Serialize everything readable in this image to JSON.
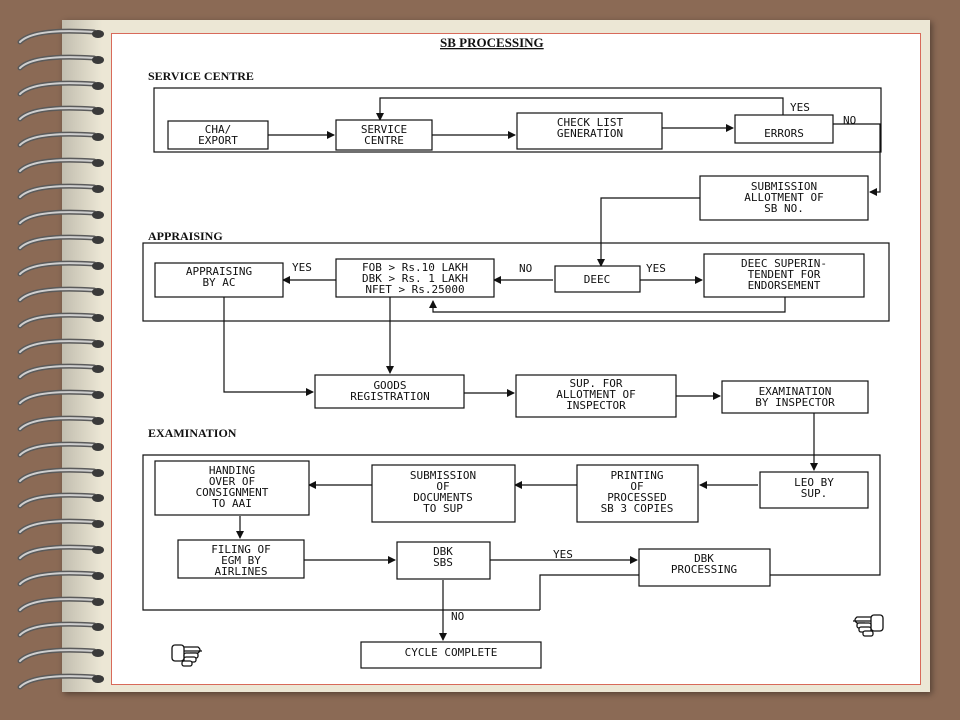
{
  "title": "SB PROCESSING",
  "sections": {
    "service_centre": "SERVICE CENTRE",
    "appraising": "APPRAISING",
    "examination": "EXAMINATION"
  },
  "nodes": {
    "cha_export": [
      "CHA/",
      "EXPORT"
    ],
    "service_centre": [
      "SERVICE",
      "CENTRE"
    ],
    "check_list": [
      "CHECK LIST",
      "GENERATION"
    ],
    "errors": [
      "ERRORS"
    ],
    "submission_allotment": [
      "SUBMISSION",
      "ALLOTMENT OF",
      "SB NO."
    ],
    "appraising_ac": [
      "APPRAISING",
      "BY AC"
    ],
    "fob_criteria": [
      "FOB > Rs.10 LAKH",
      "DBK > Rs. 1 LAKH",
      "NFET > Rs.25000"
    ],
    "deec": [
      "DEEC"
    ],
    "deec_superintendent": [
      "DEEC SUPERIN-",
      "TENDENT FOR",
      "ENDORSEMENT"
    ],
    "goods_registration": [
      "GOODS",
      "REGISTRATION"
    ],
    "sup_allotment": [
      "SUP. FOR",
      "ALLOTMENT OF",
      "INSPECTOR"
    ],
    "examination_inspector": [
      "EXAMINATION",
      "BY INSPECTOR"
    ],
    "leo_sup": [
      "LEO BY",
      "SUP."
    ],
    "printing": [
      "PRINTING",
      "OF",
      "PROCESSED",
      "SB 3 COPIES"
    ],
    "submission_documents": [
      "SUBMISSION",
      "OF",
      "DOCUMENTS",
      "TO SUP"
    ],
    "handing_over": [
      "HANDING",
      "OVER OF",
      "CONSIGNMENT",
      "TO AAI"
    ],
    "filing_egm": [
      "FILING OF",
      "EGM BY",
      "AIRLINES"
    ],
    "dbk_sbs": [
      "DBK",
      "SBS"
    ],
    "dbk_processing": [
      "DBK",
      "PROCESSING"
    ],
    "cycle_complete": [
      "CYCLE COMPLETE"
    ]
  },
  "edge_labels": {
    "errors_yes": "YES",
    "errors_no": "NO",
    "fob_yes": "YES",
    "deec_no": "NO",
    "deec_yes": "YES",
    "dbk_yes": "YES",
    "dbk_no": "NO"
  },
  "icons": [
    "pointing-hand-icon",
    "pointing-hand-icon"
  ],
  "colors": {
    "background": "#8b6a55",
    "page": "#ffffff",
    "page_border": "#d86a5a",
    "notebook": "#ece7d5"
  }
}
